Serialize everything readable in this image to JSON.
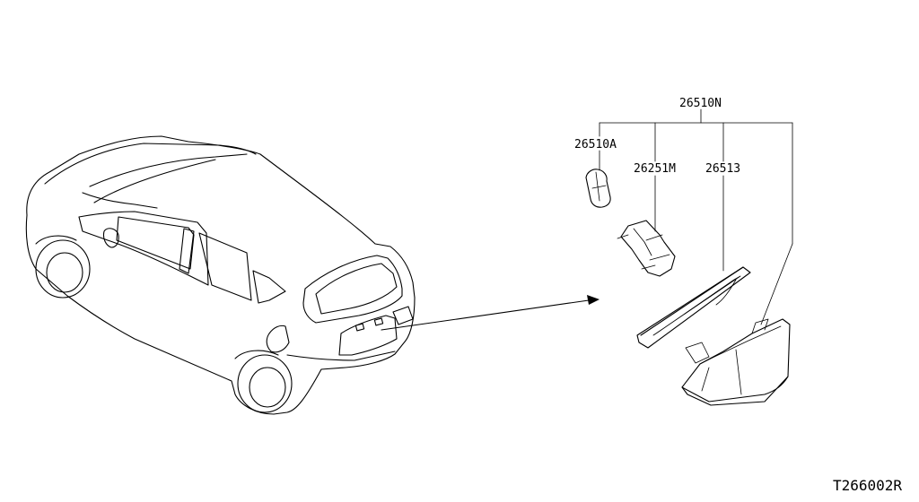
{
  "part_numbers": {
    "assembly": "26510N",
    "bulb": "26510A",
    "socket": "26251M",
    "gasket": "26513"
  },
  "diagram_code": "T266002R",
  "colors": {
    "line": "#000000",
    "background": "#ffffff"
  }
}
